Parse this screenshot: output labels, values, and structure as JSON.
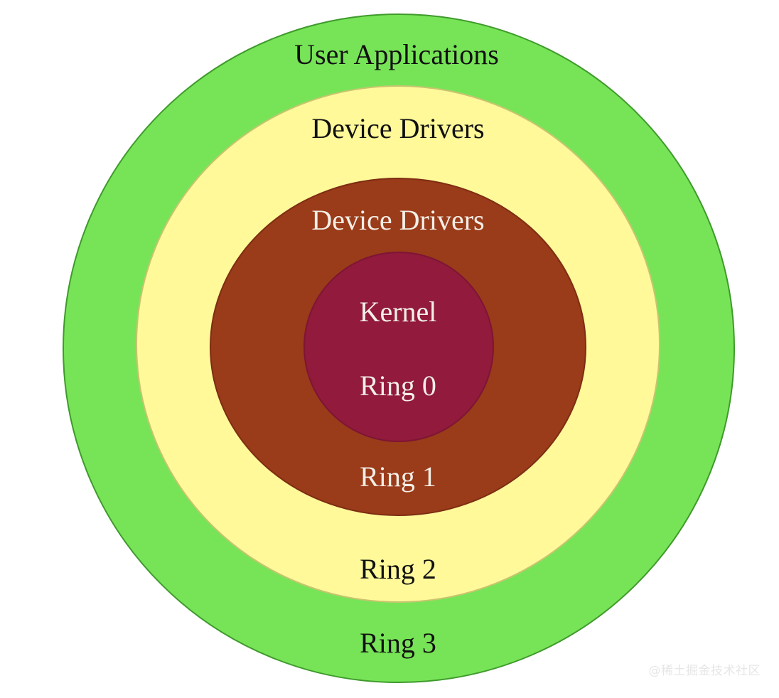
{
  "rings": {
    "ring3": {
      "top_label": "User Applications",
      "bottom_label": "Ring 3",
      "color": "#77e457",
      "stroke": "#3f9a2c"
    },
    "ring2": {
      "top_label": "Device Drivers",
      "bottom_label": "Ring 2",
      "color": "#fff99a",
      "stroke": "#c9c470"
    },
    "ring1": {
      "top_label": "Device Drivers",
      "bottom_label": "Ring 1",
      "color": "#9a3b1a",
      "stroke": "#7e2d12"
    },
    "ring0": {
      "top_label": "Kernel",
      "bottom_label": "Ring 0",
      "color": "#911a3d",
      "stroke": "#7d1534"
    }
  },
  "text_colors": {
    "dark": "#111111",
    "light": "#f3efe6"
  },
  "watermark": "@稀土掘金技术社区"
}
